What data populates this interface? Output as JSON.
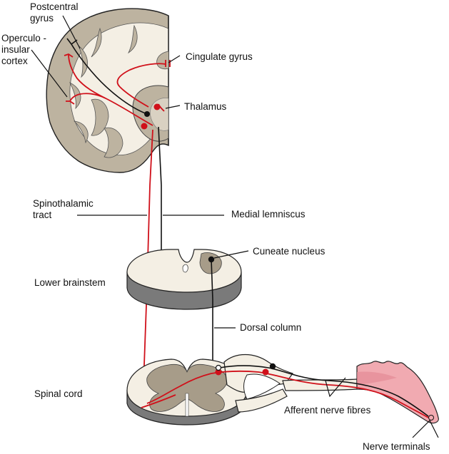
{
  "colors": {
    "pathway_red": "#d0101a",
    "grey_matter": "#bdb3a0",
    "white_matter": "#f4efe4",
    "outline": "#222222",
    "skin_pink": "#f1aab1"
  },
  "labels": {
    "postcentral_gyrus": [
      "Postcentral",
      "gyrus"
    ],
    "operculo_insular": [
      "Operculo -",
      "insular",
      "cortex"
    ],
    "cingulate_gyrus": "Cingulate gyrus",
    "thalamus": "Thalamus",
    "spinothalamic_tract": [
      "Spinothalamic",
      "tract"
    ],
    "medial_lemniscus": "Medial lemniscus",
    "cuneate_nucleus": "Cuneate nucleus",
    "lower_brainstem": "Lower brainstem",
    "dorsal_column": "Dorsal column",
    "spinal_cord": "Spinal cord",
    "afferent_nerve_fibres": "Afferent nerve fibres",
    "nerve_terminals": "Nerve terminals"
  }
}
